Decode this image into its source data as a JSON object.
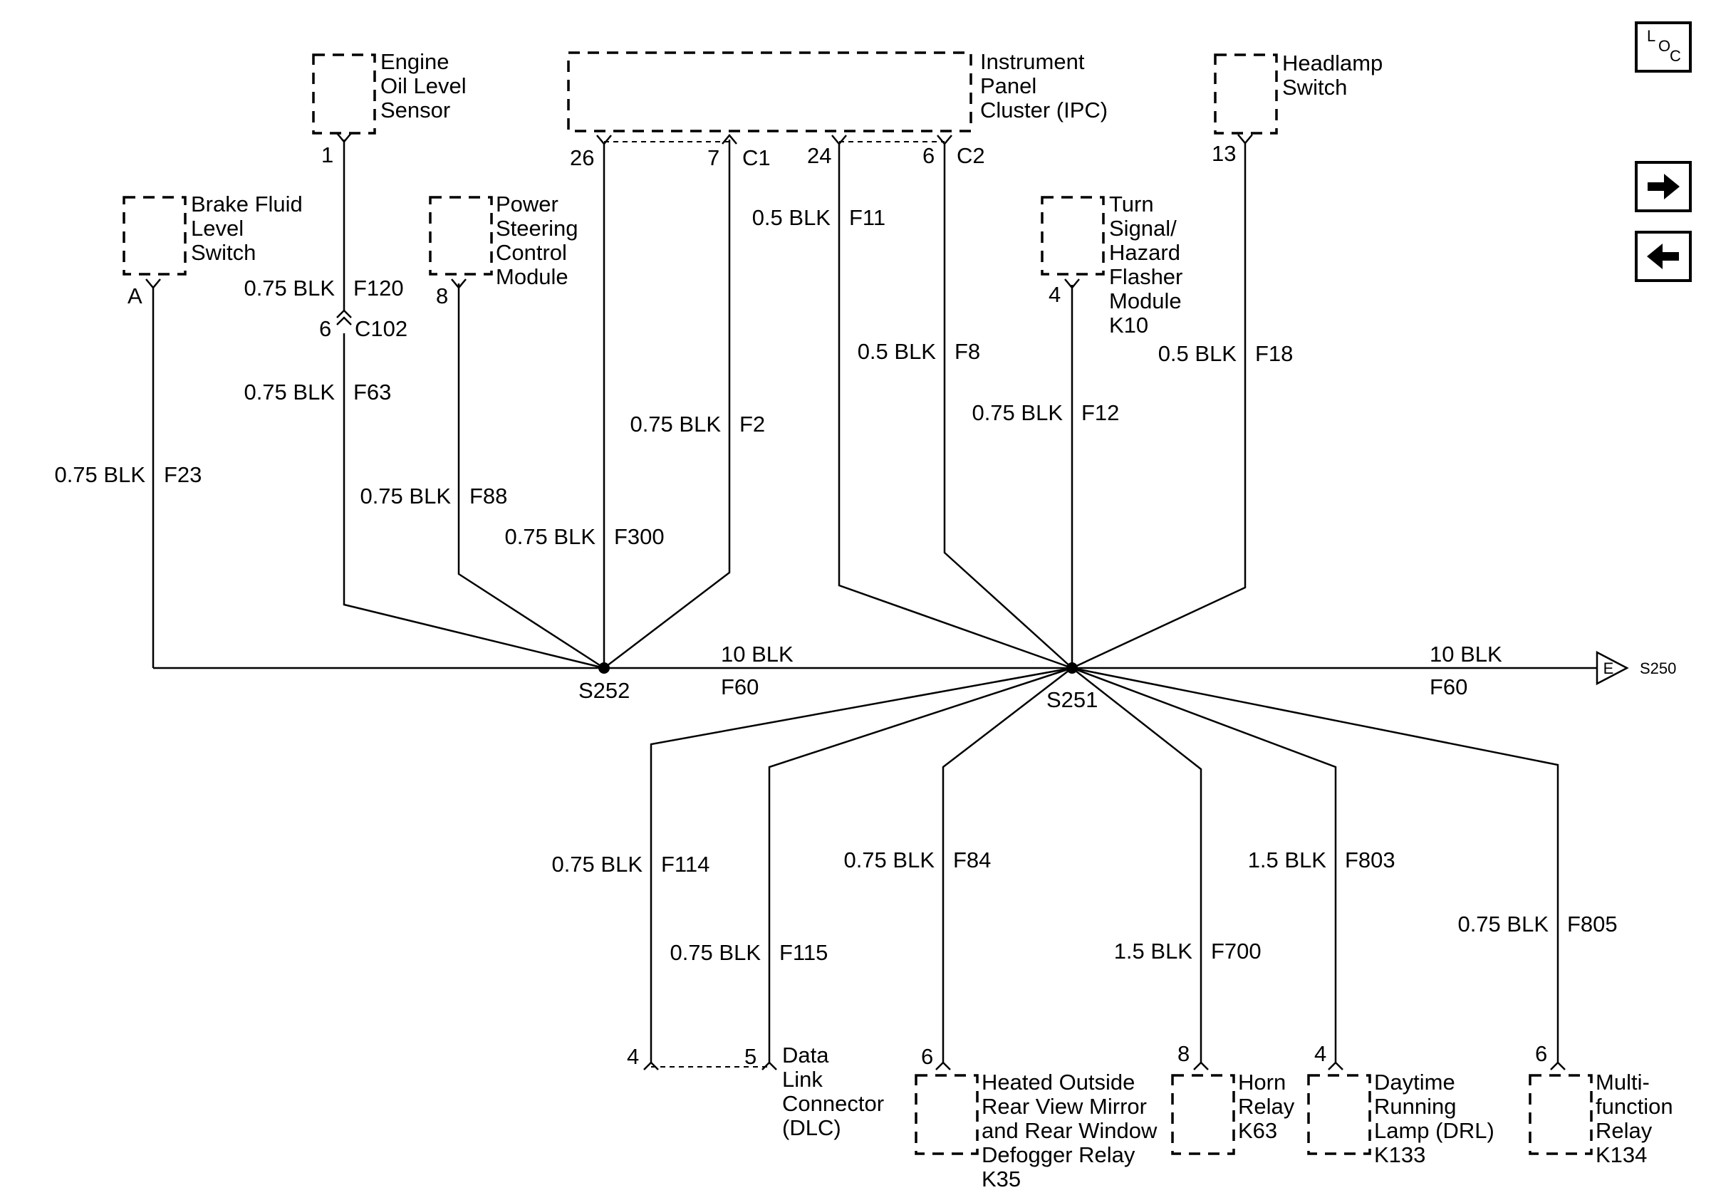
{
  "components": {
    "engine_oil": [
      "Engine",
      "Oil Level",
      "Sensor"
    ],
    "ipc": [
      "Instrument",
      "Panel",
      "Cluster (IPC)"
    ],
    "headlamp": [
      "Headlamp",
      "Switch"
    ],
    "brake_fluid": [
      "Brake Fluid",
      "Level",
      "Switch"
    ],
    "power_steering": [
      "Power",
      "Steering",
      "Control",
      "Module"
    ],
    "turn_signal": [
      "Turn",
      "Signal/",
      "Hazard",
      "Flasher",
      "Module",
      "K10"
    ],
    "dlc": [
      "Data",
      "Link",
      "Connector",
      "(DLC)"
    ],
    "heated_mirror": [
      "Heated Outside",
      "Rear View Mirror",
      "and Rear Window",
      "Defogger Relay",
      "K35"
    ],
    "horn": [
      "Horn",
      "Relay",
      "K63"
    ],
    "drl": [
      "Daytime",
      "Running",
      "Lamp (DRL)",
      "K133"
    ],
    "multifunction": [
      "Multi-",
      "function",
      "Relay",
      "K134"
    ]
  },
  "pins": {
    "eol": "1",
    "ipc26": "26",
    "ipc7": "7",
    "ipc24": "24",
    "ipc6": "6",
    "headlamp": "13",
    "brake": "A",
    "ps": "8",
    "turn": "4",
    "c102": "6",
    "dlc4": "4",
    "dlc5": "5",
    "mirror": "6",
    "horn": "8",
    "drl": "4",
    "multi": "6"
  },
  "connectors": {
    "c1": "C1",
    "c2": "C2",
    "c102": "C102"
  },
  "splices": {
    "s252": "S252",
    "s251": "S251",
    "s250": "S250",
    "e": "E"
  },
  "wires": {
    "f120": {
      "size": "0.75 BLK",
      "circuit": "F120"
    },
    "f63": {
      "size": "0.75 BLK",
      "circuit": "F63"
    },
    "f23": {
      "size": "0.75 BLK",
      "circuit": "F23"
    },
    "f88": {
      "size": "0.75 BLK",
      "circuit": "F88"
    },
    "f300": {
      "size": "0.75 BLK",
      "circuit": "F300"
    },
    "f2": {
      "size": "0.75 BLK",
      "circuit": "F2"
    },
    "f11": {
      "size": "0.5 BLK",
      "circuit": "F11"
    },
    "f8": {
      "size": "0.5 BLK",
      "circuit": "F8"
    },
    "f12": {
      "size": "0.75 BLK",
      "circuit": "F12"
    },
    "f18": {
      "size": "0.5 BLK",
      "circuit": "F18"
    },
    "f60a": {
      "size": "10 BLK",
      "circuit": "F60"
    },
    "f60b": {
      "size": "10 BLK",
      "circuit": "F60"
    },
    "f114": {
      "size": "0.75 BLK",
      "circuit": "F114"
    },
    "f115": {
      "size": "0.75 BLK",
      "circuit": "F115"
    },
    "f84": {
      "size": "0.75 BLK",
      "circuit": "F84"
    },
    "f700": {
      "size": "1.5 BLK",
      "circuit": "F700"
    },
    "f803": {
      "size": "1.5 BLK",
      "circuit": "F803"
    },
    "f805": {
      "size": "0.75 BLK",
      "circuit": "F805"
    }
  },
  "nav": {
    "loc": {
      "l": "L",
      "o": "O",
      "c": "C",
      "icon": "location-icon"
    },
    "forward_icon": "arrow-right-icon",
    "back_icon": "arrow-left-icon"
  }
}
